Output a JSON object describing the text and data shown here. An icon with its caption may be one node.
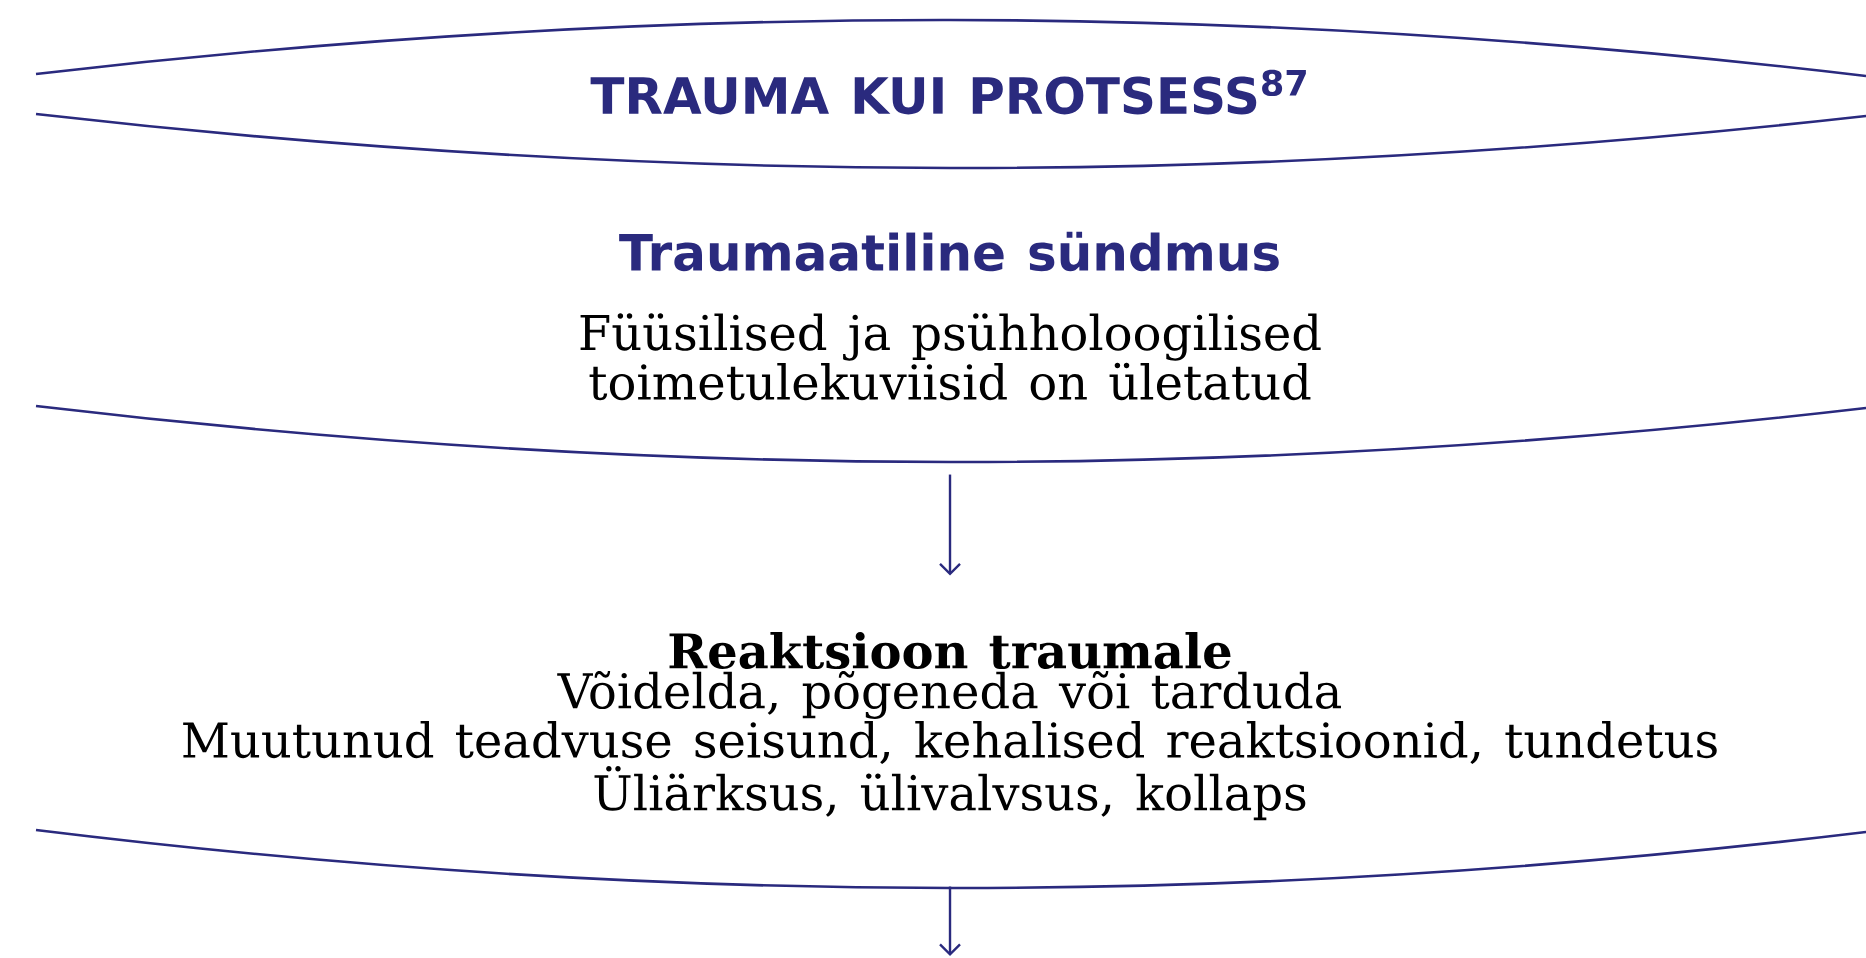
{
  "diagram": {
    "nodes": [
      {
        "text": [
          "TRAUMA KUI PROTSESS$^{87}$"
        ]
      },
      {
        "text": [
          "Traumaatiline sündmus",
          "Füüsilised ja psühholoogilised toimetulekuviisid on ületatud"
        ]
      },
      {
        "text": [
          "Reaktsioon traumale",
          "Võidelda, põgeneda või tarduda",
          "Muutunud teadvuse seisund, kehalised reaktsioonid, tundetus",
          "Üliärksus, ülivalvsus, kollaps"
        ]
      }
    ],
    "edges": [
      {
        "from": 1,
        "to": 2,
        "arrow": "to"
      },
      {
        "from": 2,
        "to": null,
        "arrow": "to"
      }
    ]
  }
}
